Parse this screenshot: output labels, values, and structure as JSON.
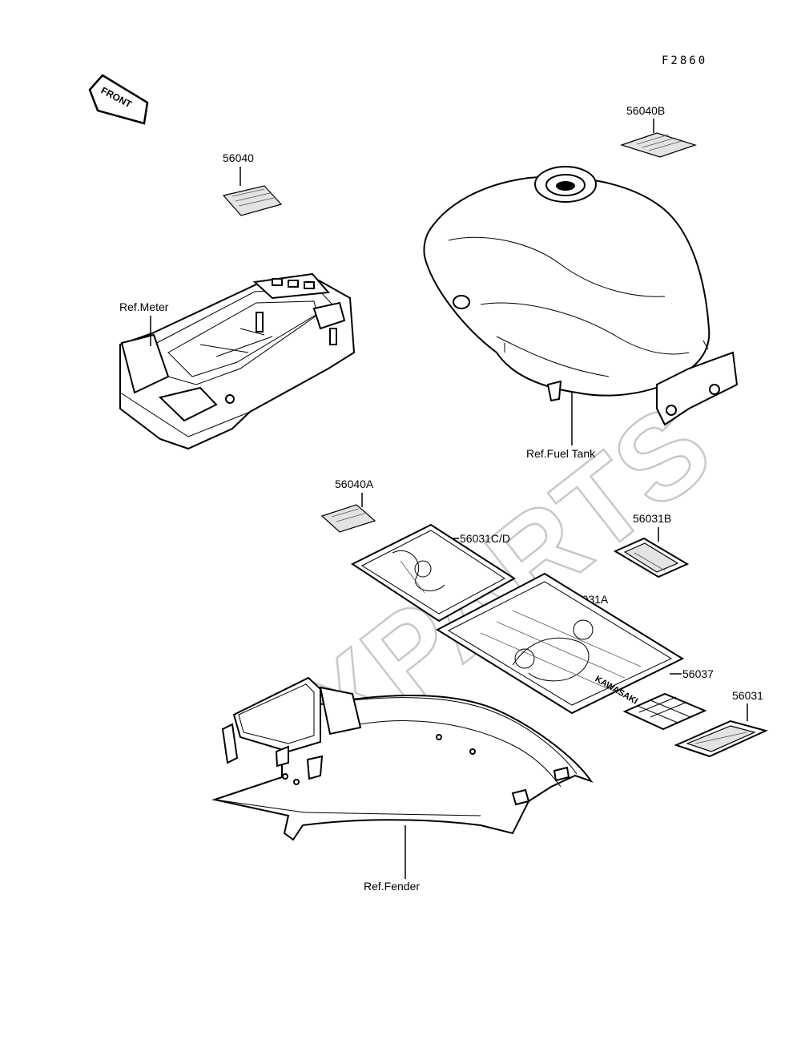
{
  "figure_code": "F2860",
  "front_arrow": {
    "label": "FRONT"
  },
  "watermark": "XPARTS",
  "labels": {
    "part_56040": "56040",
    "part_56040B": "56040B",
    "part_56040A": "56040A",
    "part_56031CD": "56031C/D",
    "part_56031B": "56031B",
    "part_56031A": "56031A",
    "part_56037": "56037",
    "part_56031": "56031",
    "ref_meter": "Ref.Meter",
    "ref_fuel_tank": "Ref.Fuel Tank",
    "ref_fender": "Ref.Fender"
  }
}
